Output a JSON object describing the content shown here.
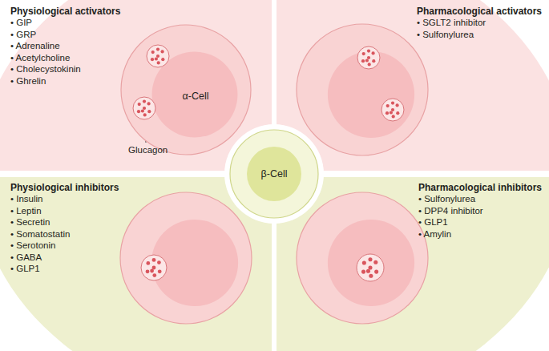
{
  "diagram": {
    "nodes": [
      {
        "text": [
          "Physiological activators",
          "• GIP",
          "• GRP",
          "• Adrenaline",
          "• Acetylcholine",
          "• Cholecystokinin",
          "• Ghrelin"
        ]
      },
      {
        "text": [
          "α-Cell"
        ]
      },
      {
        "text": [
          "Pharmacological activators",
          "• SGLT2 inhibitor",
          "• Sulfonylurea"
        ]
      },
      {
        "text": [
          "β-Cell"
        ]
      },
      {
        "text": [
          "Physiological inhibitors",
          "• Insulin",
          "• Leptin",
          "• Secretin",
          "• Somatostatin",
          "• Serotonin",
          "• GABA",
          "• GLP1"
        ]
      },
      {
        "text": [
          "Pharmacological inhibitors",
          "• Sulfonylurea",
          "• DPP4 inhibitor",
          "• GLP1",
          "• Amylin"
        ]
      }
    ],
    "labels": [
      "Glucagon"
    ]
  }
}
